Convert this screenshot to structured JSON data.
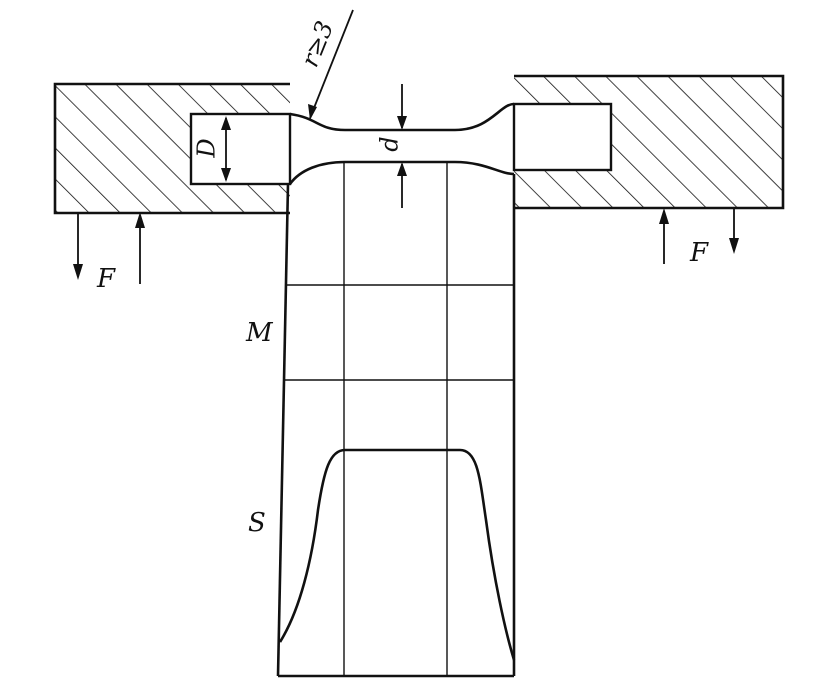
{
  "labels": {
    "force_left": "F",
    "force_right": "F",
    "radius": "r≥3",
    "neck_diameter": "d",
    "socket_diameter": "D",
    "moment_diagram": "M",
    "shear_diagram": "S"
  },
  "colors": {
    "ink": "#111111",
    "paper": "#ffffff"
  }
}
